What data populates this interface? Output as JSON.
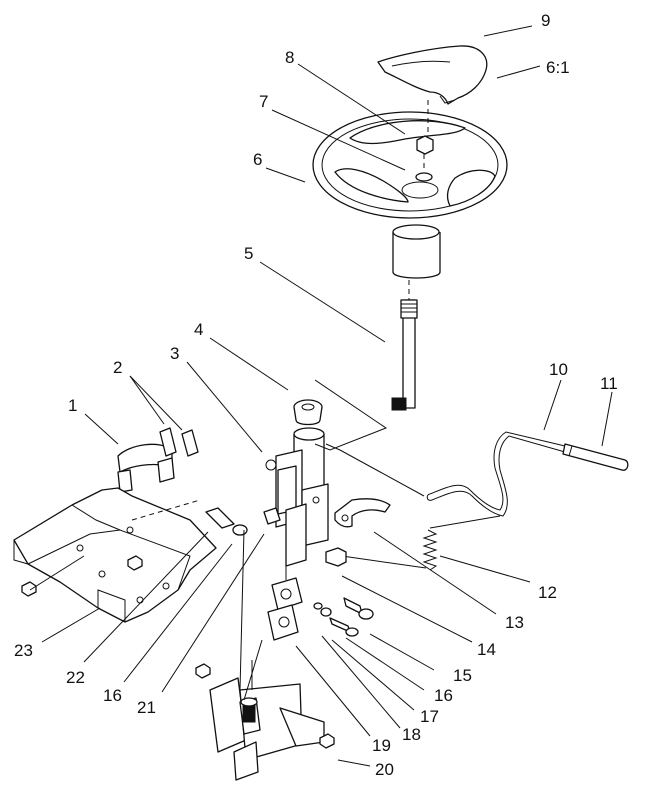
{
  "callouts": [
    {
      "id": "c1",
      "text": "1"
    },
    {
      "id": "c2",
      "text": "2"
    },
    {
      "id": "c3",
      "text": "3"
    },
    {
      "id": "c4",
      "text": "4"
    },
    {
      "id": "c5",
      "text": "5"
    },
    {
      "id": "c6",
      "text": "6"
    },
    {
      "id": "c6_1",
      "text": "6:1"
    },
    {
      "id": "c7",
      "text": "7"
    },
    {
      "id": "c8",
      "text": "8"
    },
    {
      "id": "c9",
      "text": "9"
    },
    {
      "id": "c10",
      "text": "10"
    },
    {
      "id": "c11",
      "text": "11"
    },
    {
      "id": "c12",
      "text": "12"
    },
    {
      "id": "c13",
      "text": "13"
    },
    {
      "id": "c14",
      "text": "14"
    },
    {
      "id": "c15",
      "text": "15"
    },
    {
      "id": "c16a",
      "text": "16"
    },
    {
      "id": "c16b",
      "text": "16"
    },
    {
      "id": "c17",
      "text": "17"
    },
    {
      "id": "c18",
      "text": "18"
    },
    {
      "id": "c19",
      "text": "19"
    },
    {
      "id": "c20",
      "text": "20"
    },
    {
      "id": "c21",
      "text": "21"
    },
    {
      "id": "c22",
      "text": "22"
    },
    {
      "id": "c23",
      "text": "23"
    }
  ]
}
